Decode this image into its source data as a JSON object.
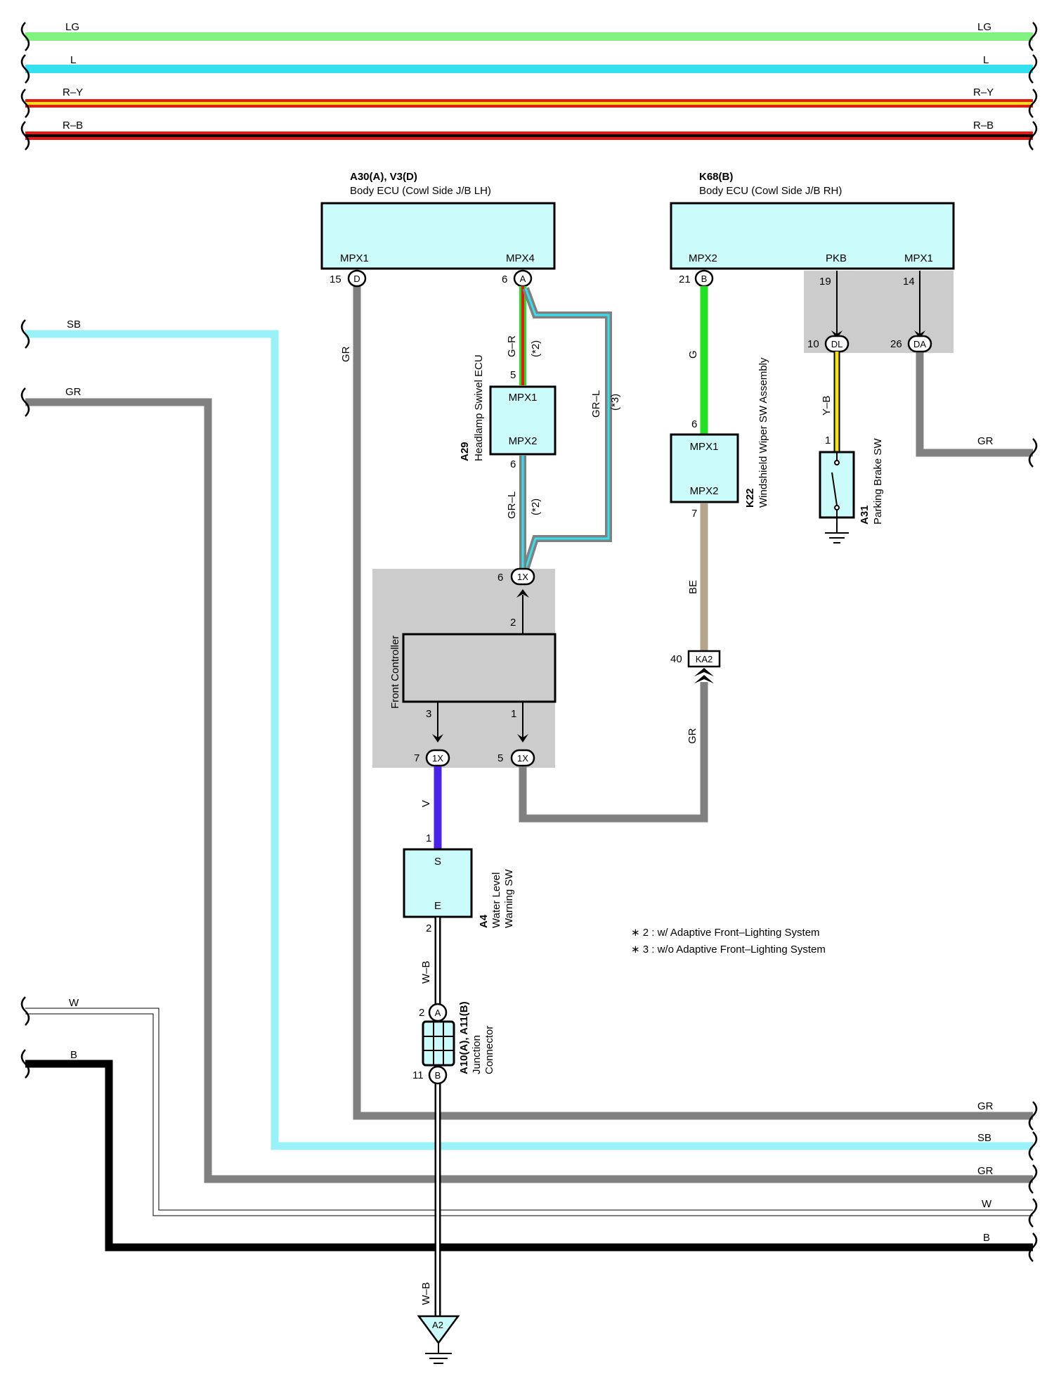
{
  "colors": {
    "LG": "#7ff27f",
    "L": "#33e0ee",
    "SB": "#99f2f8",
    "GR": "#808080",
    "R": "#e8170f",
    "Y": "#f6e40e",
    "B": "#000000",
    "G": "#22e022",
    "V": "#4a22e8",
    "BE": "#b5a58c",
    "W": "#ffffff",
    "box_fill": "#ccfbfb",
    "shade": "#cccccc"
  },
  "buses": {
    "LG": "LG",
    "L": "L",
    "RY": "R–Y",
    "RB": "R–B",
    "SB": "SB",
    "GR_left": "GR",
    "GR_right": "GR",
    "GR_bottom1": "GR",
    "SB_bottom": "SB",
    "GR_bottom2": "GR",
    "W": "W",
    "B": "B"
  },
  "ecu_lh": {
    "code": "A30(A), V3(D)",
    "name": "Body ECU (Cowl Side J/B LH)",
    "pin_mpx1": "MPX1",
    "pin_mpx4": "MPX4",
    "n15": "15",
    "c15": "D",
    "n6": "6",
    "c6": "A"
  },
  "ecu_rh": {
    "code": "K68(B)",
    "name": "Body ECU (Cowl Side J/B RH)",
    "pin_mpx2": "MPX2",
    "pin_pkb": "PKB",
    "pin_mpx1": "MPX1",
    "n21": "21",
    "c21": "B",
    "n19": "19",
    "n14": "14",
    "n10": "10",
    "c10": "DL",
    "n26": "26",
    "c26": "DA"
  },
  "swivel": {
    "code": "A29",
    "name": "Headlamp Swivel ECU",
    "p1": "MPX1",
    "p2": "MPX2",
    "n5": "5",
    "n6": "6"
  },
  "wiper": {
    "code": "K22",
    "name": "Windshield Wiper SW Assembly",
    "p1": "MPX1",
    "p2": "MPX2",
    "n6": "6",
    "n7": "7"
  },
  "parking": {
    "code": "A31",
    "name": "Parking Brake SW",
    "n1": "1"
  },
  "front": {
    "name": "Front Controller",
    "n2": "2",
    "n3": "3",
    "n1": "1",
    "top_n": "6",
    "top_c": "1X",
    "l_n": "7",
    "l_c": "1X",
    "r_n": "5",
    "r_c": "1X"
  },
  "ka2": {
    "n": "40",
    "c": "KA2"
  },
  "water": {
    "code": "A4",
    "name1": "Water Level",
    "name2": "Warning SW",
    "s": "S",
    "e": "E",
    "n1": "1",
    "n2": "2"
  },
  "junction": {
    "code": "A10(A), A11(B)",
    "name1": "Junction",
    "name2": "Connector",
    "n2": "2",
    "cA": "A",
    "n11": "11",
    "cB": "B"
  },
  "ground": {
    "code": "A2"
  },
  "wires": {
    "gr_lh": "GR",
    "g_r": "G–R",
    "note2a": "(*2)",
    "gr_l_up": "GR–L",
    "note3": "(*3)",
    "gr_l": "GR–L",
    "note2b": "(*2)",
    "g": "G",
    "yb": "Y–B",
    "be": "BE",
    "gr_ka2": "GR",
    "v": "V",
    "wb1": "W–B",
    "wb2": "W–B"
  },
  "notes": [
    "∗ 2 : w/ Adaptive Front–Lighting System",
    "∗ 3 : w/o Adaptive Front–Lighting System"
  ]
}
